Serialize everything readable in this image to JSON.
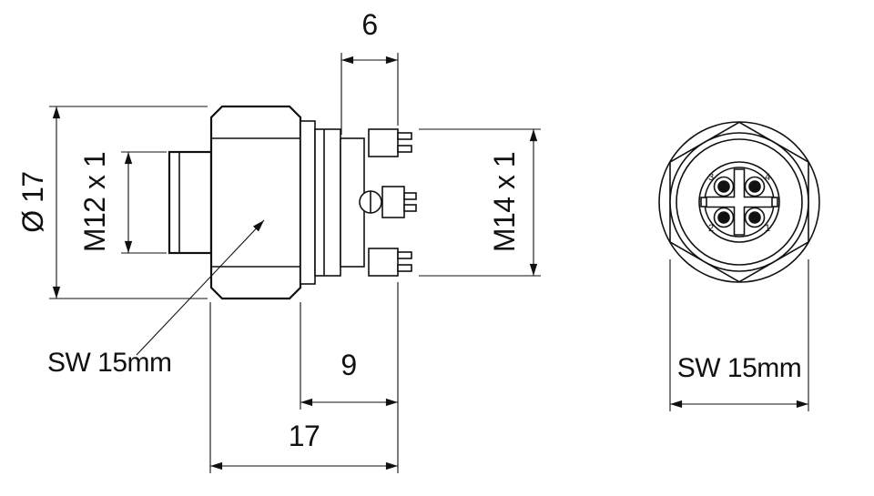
{
  "side_view": {
    "dim_diameter": "Ø 17",
    "dim_m12": "M12 x 1",
    "dim_m14": "M14 x 1",
    "dim_top": "6",
    "dim_mid": "9",
    "dim_length": "17",
    "wrench_label": "SW 15mm"
  },
  "front_view": {
    "wrench_label": "SW 15mm",
    "pin_labels": {
      "top_left": "3",
      "top_right": "4",
      "bottom_right": "1",
      "bottom_left": "2"
    }
  },
  "colors": {
    "line": "#111111",
    "background": "#ffffff"
  }
}
